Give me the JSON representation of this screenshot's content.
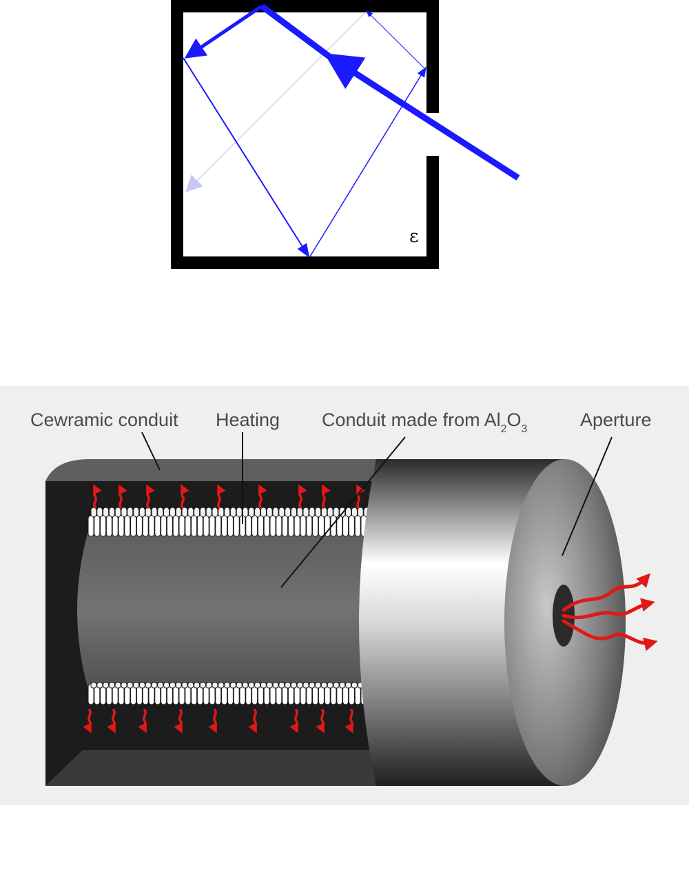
{
  "figure1": {
    "emissivity_symbol": "ε",
    "colors": {
      "wall": "#000000",
      "ray": "#1a1aff",
      "ray_faded": "#c8c8f5"
    }
  },
  "figure2": {
    "labels": {
      "ceramic_conduit": "Cewramic conduit",
      "heating": "Heating",
      "conduit_prefix": "Conduit made from Al",
      "conduit_sub1": "2",
      "conduit_mid": "O",
      "conduit_sub2": "3",
      "aperture": "Aperture"
    },
    "colors": {
      "background": "#efefef",
      "radiation": "#e01818",
      "coil": "#ffffff",
      "cavity": "#1c1c1c",
      "inner_tube": "#6e6e6e"
    }
  }
}
